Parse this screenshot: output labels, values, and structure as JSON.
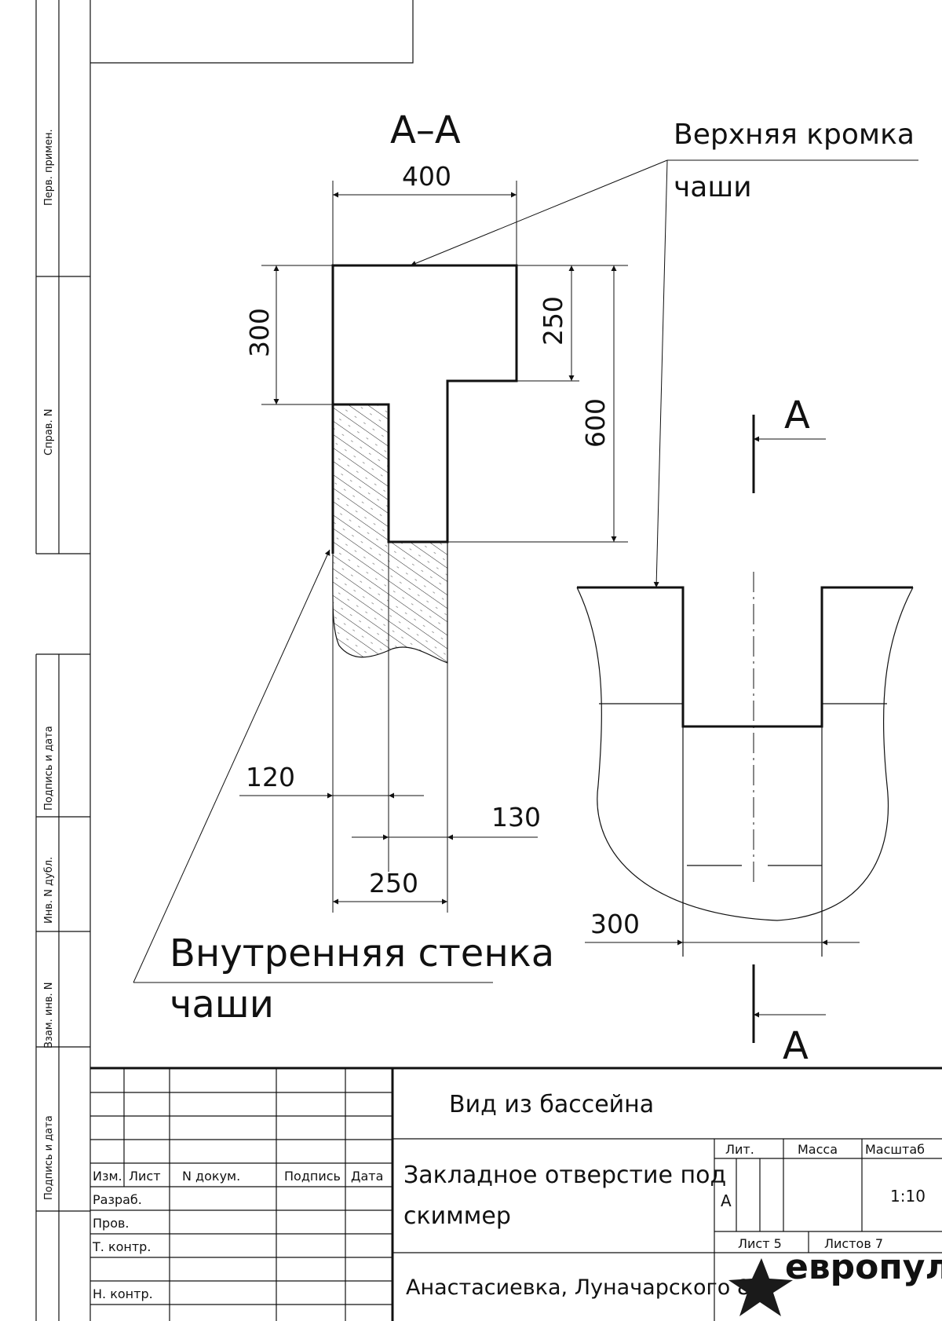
{
  "drawing": {
    "section_label": "А–А",
    "top_edge_callout": {
      "line1": "Верхняя кромка",
      "line2": "чаши"
    },
    "inner_wall_callout": {
      "line1": "Внутренняя стенка",
      "line2": "чаши"
    },
    "cut_marker_top": "А",
    "cut_marker_bottom": "А",
    "dimensions": {
      "width_top": "400",
      "height_left": "300",
      "height_right_upper": "250",
      "height_total": "600",
      "wall_120": "120",
      "wall_130": "130",
      "width_250": "250",
      "front_300": "300"
    }
  },
  "side_stamp": {
    "perv_primen": "Перв. примен.",
    "sprav_n": "Справ. N",
    "podpis_data_1": "Подпись и дата",
    "inv_n_dubl": "Инв. N дубл.",
    "vzam_inv_n": "Взам. инв. N",
    "podpis_data_2": "Подпись и дата"
  },
  "title_block": {
    "headers": {
      "izm": "Изм.",
      "list": "Лист",
      "n_dokum": "N докум.",
      "podpis": "Подпись",
      "data": "Дата"
    },
    "roles": {
      "razrab": "Разраб.",
      "prov": "Пров.",
      "t_kontr": "Т. контр.",
      "n_kontr": "Н. контр."
    },
    "view_name": "Вид из бассейна",
    "doc_title_line1": "Закладное отверстие под",
    "doc_title_line2": "скиммер",
    "lit_label": "Лит.",
    "lit_value": "А",
    "massa_label": "Масса",
    "masshtab_label": "Масштаб",
    "masshtab_value": "1:10",
    "sheet_label": "Лист 5",
    "sheets_label": "Листов 7",
    "address": "Анастасиевка, Луначарского 85",
    "logo_text": "европул"
  }
}
